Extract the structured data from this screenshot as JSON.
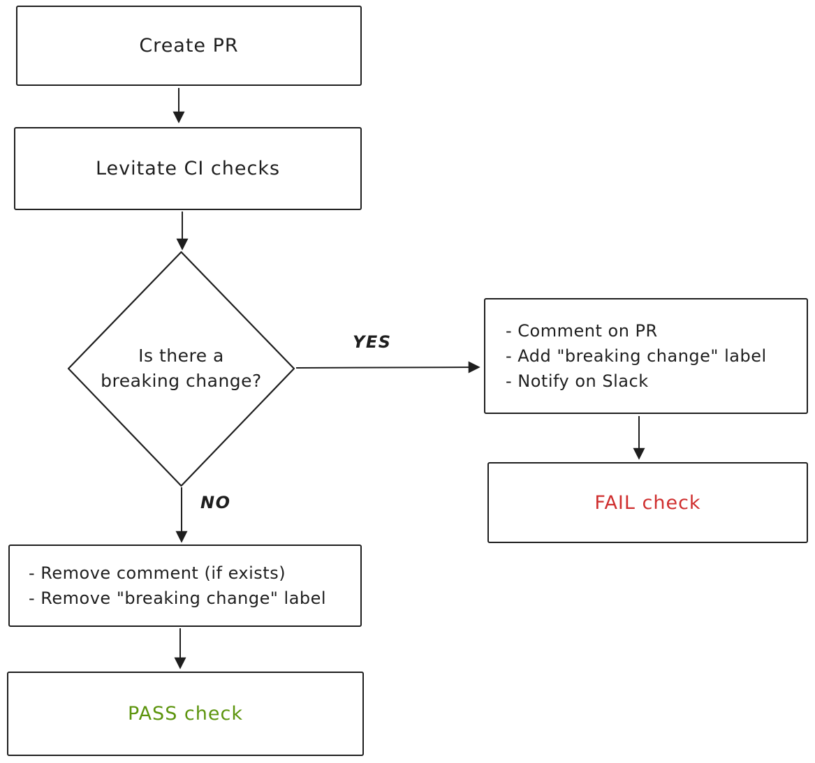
{
  "colors": {
    "stroke": "#1e1e1e",
    "fail_text": "#cf2e2e",
    "pass_text": "#5c940d",
    "background": "#ffffff"
  },
  "nodes": {
    "create_pr": {
      "shape": "rectangle",
      "label": "Create PR"
    },
    "levitate_ci": {
      "shape": "rectangle",
      "label": "Levitate CI checks"
    },
    "decision": {
      "shape": "diamond",
      "label": "Is there a breaking change?",
      "lines": [
        "Is there a",
        "breaking change?"
      ]
    },
    "yes_actions": {
      "shape": "rectangle",
      "lines": [
        "- Comment on PR",
        "- Add \"breaking change\" label",
        "- Notify on Slack"
      ]
    },
    "fail": {
      "shape": "rectangle",
      "label": "FAIL check",
      "text_color": "#cf2e2e"
    },
    "no_actions": {
      "shape": "rectangle",
      "lines": [
        "- Remove comment (if exists)",
        "- Remove \"breaking change\" label"
      ]
    },
    "pass": {
      "shape": "rectangle",
      "label": "PASS check",
      "text_color": "#5c940d"
    }
  },
  "edges": {
    "create_to_levitate": {
      "from": "create_pr",
      "to": "levitate_ci",
      "label": ""
    },
    "levitate_to_decision": {
      "from": "levitate_ci",
      "to": "decision",
      "label": ""
    },
    "decision_to_yes_actions": {
      "from": "decision",
      "to": "yes_actions",
      "label": "YES"
    },
    "yes_actions_to_fail": {
      "from": "yes_actions",
      "to": "fail",
      "label": ""
    },
    "decision_to_no_actions": {
      "from": "decision",
      "to": "no_actions",
      "label": "NO"
    },
    "no_actions_to_pass": {
      "from": "no_actions",
      "to": "pass",
      "label": ""
    }
  }
}
